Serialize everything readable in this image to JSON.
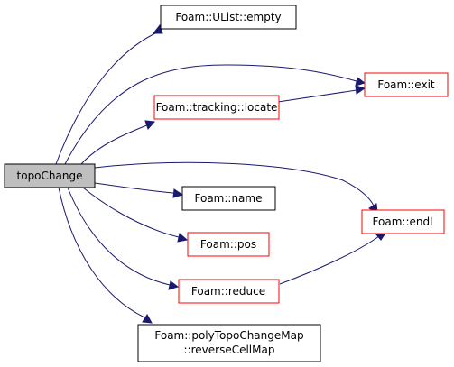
{
  "graph": {
    "nodes": [
      {
        "id": "topoChange",
        "label": "topoChange",
        "style": "root"
      },
      {
        "id": "ulist_empty",
        "label": "Foam::UList::empty",
        "style": "black"
      },
      {
        "id": "exit",
        "label": "Foam::exit",
        "style": "red"
      },
      {
        "id": "locate",
        "label": "Foam::tracking::locate",
        "style": "red"
      },
      {
        "id": "name",
        "label": "Foam::name",
        "style": "black"
      },
      {
        "id": "endl",
        "label": "Foam::endl",
        "style": "red"
      },
      {
        "id": "pos",
        "label": "Foam::pos",
        "style": "red"
      },
      {
        "id": "reduce",
        "label": "Foam::reduce",
        "style": "red"
      },
      {
        "id": "reverseCellMap",
        "label_line1": "Foam::polyTopoChangeMap",
        "label_line2": "::reverseCellMap",
        "style": "black"
      }
    ],
    "edges": [
      {
        "from": "topoChange",
        "to": "ulist_empty"
      },
      {
        "from": "topoChange",
        "to": "exit"
      },
      {
        "from": "topoChange",
        "to": "locate"
      },
      {
        "from": "topoChange",
        "to": "endl"
      },
      {
        "from": "topoChange",
        "to": "name"
      },
      {
        "from": "topoChange",
        "to": "pos"
      },
      {
        "from": "topoChange",
        "to": "reduce"
      },
      {
        "from": "topoChange",
        "to": "reverseCellMap"
      },
      {
        "from": "locate",
        "to": "exit"
      },
      {
        "from": "reduce",
        "to": "endl"
      }
    ],
    "colors": {
      "edge": "#191970",
      "root_fill": "#bfbfbf",
      "root_border": "#000000",
      "black_border": "#000000",
      "red_border": "#ff0000",
      "node_fill": "#ffffff"
    }
  }
}
